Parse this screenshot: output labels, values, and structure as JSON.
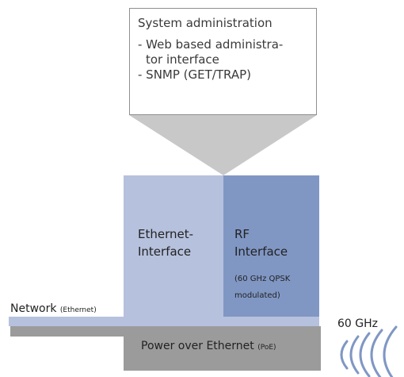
{
  "callout": {
    "title": "System administration",
    "items": [
      "- Web based administra-",
      "  tor interface",
      "- SNMP (GET/TRAP)"
    ]
  },
  "blocks": {
    "ethernet": {
      "line1": "Ethernet-",
      "line2": "Interface"
    },
    "rf": {
      "line1": "RF",
      "line2": "Interface",
      "detail1": "(60 GHz QPSK",
      "detail2": "modulated)"
    }
  },
  "network": {
    "main": "Network",
    "qualifier": "(Ethernet)"
  },
  "power": {
    "main": "Power over Ethernet",
    "qualifier": "(PoE)"
  },
  "radio": {
    "frequency": "60 GHz"
  },
  "colors": {
    "ethernet": "#b6c1dd",
    "rf": "#8097c4",
    "power": "#9b9b9b",
    "pointer": "#c8c8c8",
    "waves": "#8097c4"
  }
}
